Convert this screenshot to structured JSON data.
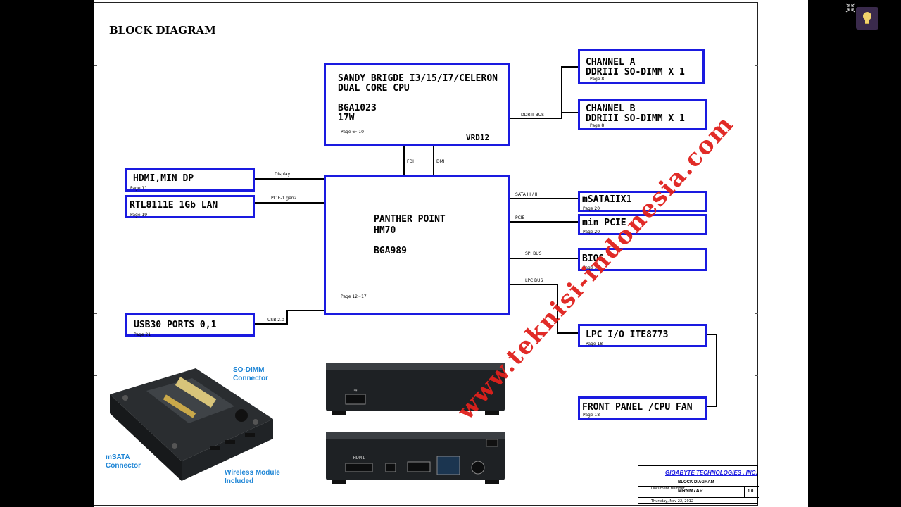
{
  "diagram": {
    "title": "BLOCK DIAGRAM",
    "watermark": "www.teknisi-indonesia.com",
    "cpu": {
      "line1": "SANDY BRIGDE I3/15/I7/CELERON",
      "line2": "DUAL CORE CPU",
      "line3": "BGA1023",
      "line4": "17W",
      "page": "Page 6~10",
      "vrd": "VRD12"
    },
    "pch": {
      "line1": "PANTHER POINT",
      "line2": "HM70",
      "line3": "BGA989",
      "page": "Page 12~17"
    },
    "blocks": {
      "channel_a": {
        "line1": "CHANNEL A",
        "line2": "DDRIII SO-DIMM X 1",
        "page": "Page 8"
      },
      "channel_b": {
        "line1": "CHANNEL B",
        "line2": "DDRIII SO-DIMM X 1",
        "page": "Page 8"
      },
      "hdmi": {
        "label": "HDMI,MIN DP",
        "page": "Page 11"
      },
      "lan": {
        "label": "RTL8111E 1Gb LAN",
        "page": "Page 19"
      },
      "usb": {
        "label": "USB30 PORTS 0,1",
        "page": "Page 21"
      },
      "msata": {
        "label": "mSATAIIX1",
        "page": "Page 20"
      },
      "minpcie": {
        "label": "min PCIE",
        "page": "Page 20"
      },
      "bios": {
        "label": "BIOS",
        "page": "Page 14"
      },
      "lpc_io": {
        "label": "LPC I/O ITE8773",
        "page": "Page 18"
      },
      "front_panel": {
        "label": "FRONT PANEL /CPU FAN",
        "page": "Page 18"
      }
    },
    "buses": {
      "ddr": "DDRIII BUS",
      "fdi": "FDI",
      "dmi": "DMI",
      "display": "Display",
      "pcie_gen2": "PCIE-1 gen2",
      "usb2": "USB 2.0",
      "sata": "SATA III / II",
      "pcie": "PCIE",
      "spi": "SPI BUS",
      "lpc": "LPC BUS"
    },
    "photo_labels": {
      "sodimm": "SO-DIMM\nConnector",
      "msata": "mSATA\nConnector",
      "wireless": "Wireless Module\nIncluded"
    },
    "title_block": {
      "company": "GIGABYTE TECHNOLOGIES , INC.",
      "sheet_title": "BLOCK DIAGRAM",
      "doc_label": "Document Number",
      "doc_number": "MRNM7AP",
      "rev": "1.0",
      "date_row": "Thursday, Nov 22, 2012"
    }
  },
  "viewer": {
    "collapse_icon": "collapse-arrows-icon",
    "hint_icon": "lightbulb-icon"
  }
}
